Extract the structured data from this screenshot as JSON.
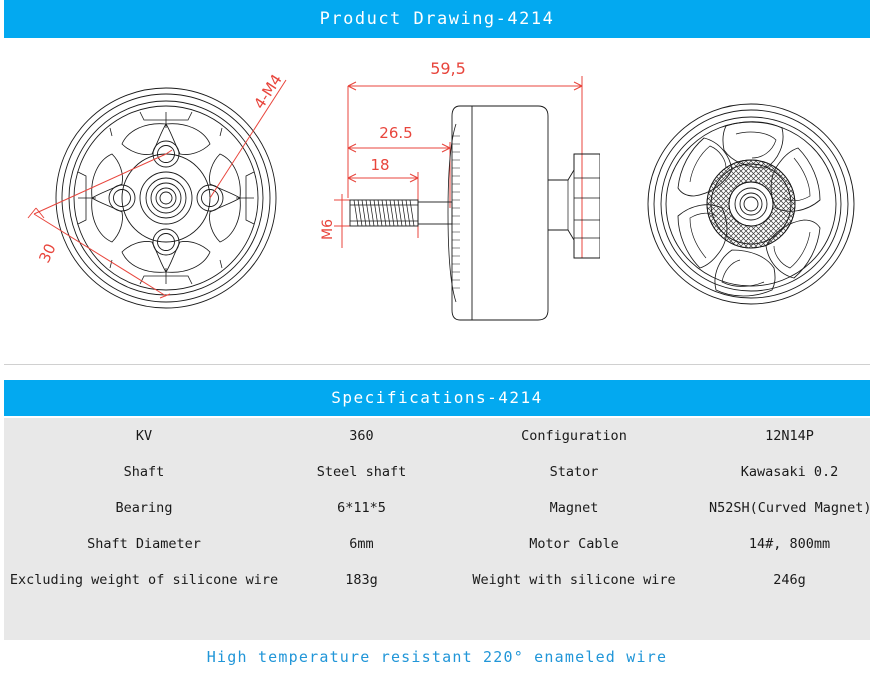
{
  "sections": {
    "drawing": {
      "banner_title": "Product Drawing-4214"
    },
    "specifications": {
      "banner_title": "Specifications-4214"
    }
  },
  "drawings": {
    "bottom_view": {
      "name": "motor-bottom-view",
      "annotations": {
        "thread_callout": "4-M4",
        "bolt_circle": "30"
      }
    },
    "side_view": {
      "name": "motor-side-view",
      "annotations": {
        "overall_length": "59,5",
        "mid_length": "26.5",
        "thread_length": "18",
        "shaft_thread": "M6"
      }
    },
    "top_view": {
      "name": "motor-top-view"
    }
  },
  "spec_rows": [
    {
      "left_label": "KV",
      "left_value": "360",
      "right_label": "Configuration",
      "right_value": "12N14P"
    },
    {
      "left_label": "Shaft",
      "left_value": "Steel shaft",
      "right_label": "Stator",
      "right_value": "Kawasaki 0.2"
    },
    {
      "left_label": "Bearing",
      "left_value": "6*11*5",
      "right_label": "Magnet",
      "right_value": "N52SH(Curved Magnet)"
    },
    {
      "left_label": "Shaft Diameter",
      "left_value": "6mm",
      "right_label": "Motor Cable",
      "right_value": "14#, 800mm"
    },
    {
      "left_label": "Excluding weight of silicone wire",
      "left_value": "183g",
      "right_label": "Weight with silicone wire",
      "right_value": "246g"
    }
  ],
  "footer": {
    "note": "High temperature resistant 220°  enameled wire"
  },
  "colors": {
    "banner_blue": "#03a9f0",
    "footer_blue": "#2196d8",
    "dimension_red": "#e8453c",
    "table_background": "#e8e8e8",
    "line_black": "#1a1a1a"
  }
}
